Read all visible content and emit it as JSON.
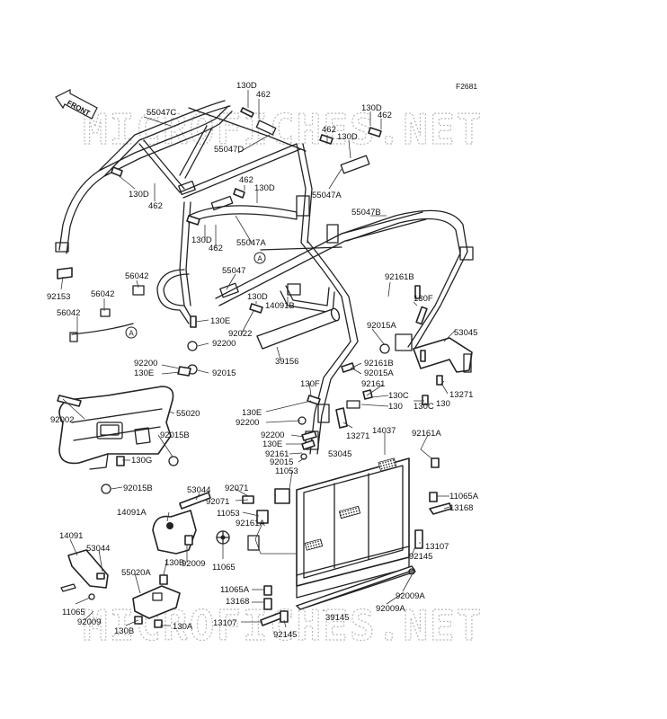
{
  "figure_id": "F2681",
  "front_label": "FRONT",
  "watermarks": [
    "MICROFICHES.NET",
    "MICROFICHES.NET"
  ],
  "callouts": [
    "A",
    "A"
  ],
  "labels": [
    {
      "id": "l1",
      "text": "130D"
    },
    {
      "id": "l2",
      "text": "462"
    },
    {
      "id": "l3",
      "text": "55047C"
    },
    {
      "id": "l4",
      "text": "130D"
    },
    {
      "id": "l5",
      "text": "462"
    },
    {
      "id": "l6",
      "text": "462"
    },
    {
      "id": "l7",
      "text": "130D"
    },
    {
      "id": "l8",
      "text": "55047D"
    },
    {
      "id": "l9",
      "text": "130D"
    },
    {
      "id": "l10",
      "text": "462"
    },
    {
      "id": "l11",
      "text": "462"
    },
    {
      "id": "l12",
      "text": "130D"
    },
    {
      "id": "l13",
      "text": "55047A"
    },
    {
      "id": "l14",
      "text": "130D"
    },
    {
      "id": "l15",
      "text": "462"
    },
    {
      "id": "l16",
      "text": "55047A"
    },
    {
      "id": "l17",
      "text": "55047B"
    },
    {
      "id": "l18",
      "text": "92153"
    },
    {
      "id": "l19",
      "text": "56042"
    },
    {
      "id": "l20",
      "text": "56042"
    },
    {
      "id": "l21",
      "text": "56042"
    },
    {
      "id": "l22",
      "text": "55047"
    },
    {
      "id": "l23",
      "text": "130D"
    },
    {
      "id": "l24",
      "text": "14091B"
    },
    {
      "id": "l25",
      "text": "92161B"
    },
    {
      "id": "l26",
      "text": "130F"
    },
    {
      "id": "l27",
      "text": "130E"
    },
    {
      "id": "l28",
      "text": "92022"
    },
    {
      "id": "l29",
      "text": "92200"
    },
    {
      "id": "l30",
      "text": "92015A"
    },
    {
      "id": "l31",
      "text": "53045"
    },
    {
      "id": "l32",
      "text": "92200"
    },
    {
      "id": "l33",
      "text": "130E"
    },
    {
      "id": "l34",
      "text": "92015"
    },
    {
      "id": "l35",
      "text": "39156"
    },
    {
      "id": "l36",
      "text": "92161B"
    },
    {
      "id": "l37",
      "text": "92015A"
    },
    {
      "id": "l38",
      "text": "130F"
    },
    {
      "id": "l39",
      "text": "92161"
    },
    {
      "id": "l40",
      "text": "130C"
    },
    {
      "id": "l41",
      "text": "130C"
    },
    {
      "id": "l42",
      "text": "130"
    },
    {
      "id": "l43",
      "text": "13271"
    },
    {
      "id": "l44",
      "text": "130E"
    },
    {
      "id": "l45",
      "text": "130"
    },
    {
      "id": "l46",
      "text": "92002"
    },
    {
      "id": "l47",
      "text": "55020"
    },
    {
      "id": "l48",
      "text": "92200"
    },
    {
      "id": "l49",
      "text": "13271"
    },
    {
      "id": "l50",
      "text": "14037"
    },
    {
      "id": "l51",
      "text": "92161A"
    },
    {
      "id": "l52",
      "text": "92015B"
    },
    {
      "id": "l53",
      "text": "92200"
    },
    {
      "id": "l54",
      "text": "130E"
    },
    {
      "id": "l55",
      "text": "92161"
    },
    {
      "id": "l56",
      "text": "53045"
    },
    {
      "id": "l57",
      "text": "130G"
    },
    {
      "id": "l58",
      "text": "92015"
    },
    {
      "id": "l59",
      "text": "11053"
    },
    {
      "id": "l60",
      "text": "92015B"
    },
    {
      "id": "l61",
      "text": "53044"
    },
    {
      "id": "l62",
      "text": "92071"
    },
    {
      "id": "l63",
      "text": "92071"
    },
    {
      "id": "l64",
      "text": "11065A"
    },
    {
      "id": "l65",
      "text": "14091A"
    },
    {
      "id": "l66",
      "text": "11053"
    },
    {
      "id": "l67",
      "text": "13168"
    },
    {
      "id": "l68",
      "text": "92161A"
    },
    {
      "id": "l69",
      "text": "14091"
    },
    {
      "id": "l70",
      "text": "53044"
    },
    {
      "id": "l71",
      "text": "92009"
    },
    {
      "id": "l72",
      "text": "11065"
    },
    {
      "id": "l73",
      "text": "13107"
    },
    {
      "id": "l74",
      "text": "130B"
    },
    {
      "id": "l75",
      "text": "92145"
    },
    {
      "id": "l76",
      "text": "55020A"
    },
    {
      "id": "l77",
      "text": "11065A"
    },
    {
      "id": "l78",
      "text": "92009A"
    },
    {
      "id": "l79",
      "text": "13168"
    },
    {
      "id": "l80",
      "text": "11065"
    },
    {
      "id": "l81",
      "text": "39145"
    },
    {
      "id": "l82",
      "text": "92009A"
    },
    {
      "id": "l83",
      "text": "92009"
    },
    {
      "id": "l84",
      "text": "13107"
    },
    {
      "id": "l85",
      "text": "130B"
    },
    {
      "id": "l86",
      "text": "130A"
    },
    {
      "id": "l87",
      "text": "92145"
    }
  ]
}
